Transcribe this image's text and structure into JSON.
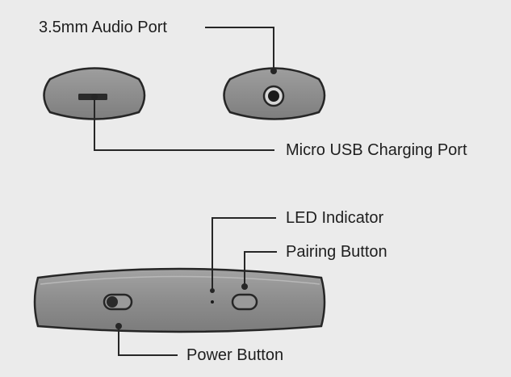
{
  "labels": {
    "audio_port": "3.5mm Audio Port",
    "usb_port": "Micro USB Charging Port",
    "led": "LED Indicator",
    "pairing": "Pairing Button",
    "power": "Power Button"
  },
  "colors": {
    "background": "#ebebeb",
    "device_fill": "#8f8f8f",
    "device_stroke": "#262626",
    "leader_line": "#262626",
    "text": "#1e1e1e"
  }
}
